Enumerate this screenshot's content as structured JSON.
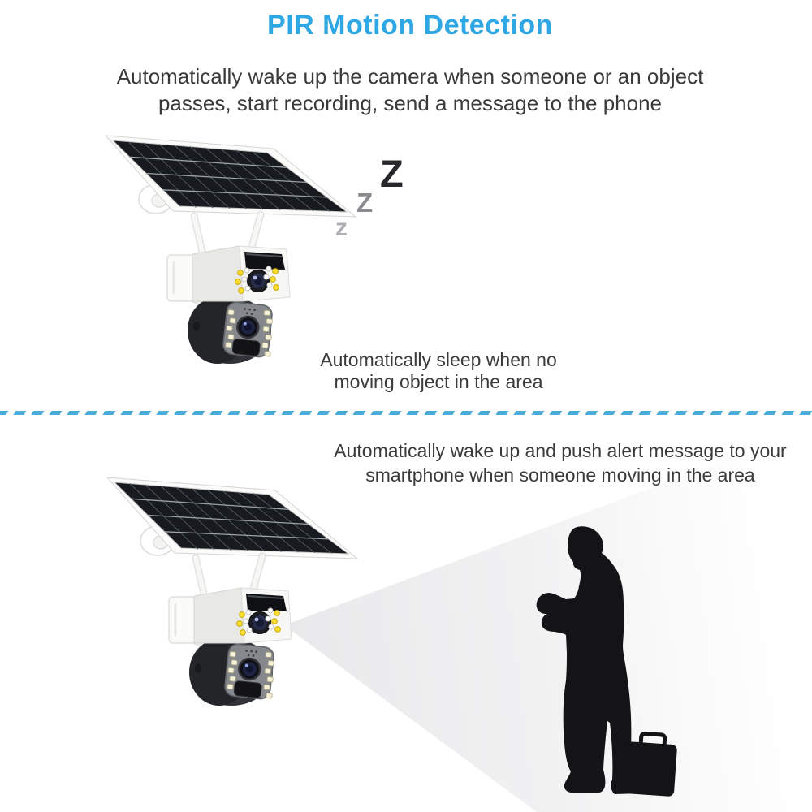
{
  "header": {
    "title": "PIR Motion Detection",
    "subtitle_line1": "Automatically wake up the camera when someone or an object",
    "subtitle_line2": "passes, start recording, send a message to the phone"
  },
  "sleep_section": {
    "z_large": "Z",
    "z_medium": "Z",
    "z_small": "z",
    "caption_line1": "Automatically sleep when no",
    "caption_line2": "moving object in the area"
  },
  "wake_section": {
    "caption_line1": "Automatically wake up and push alert message to your",
    "caption_line2": "smartphone when someone moving in the area"
  },
  "illustrations": {
    "sleep_camera": "solar-panel-security-camera",
    "wake_camera": "solar-panel-security-camera",
    "beam": "pir-detection-beam",
    "person": "walking-person-silhouette",
    "case": "briefcase"
  },
  "colors": {
    "title_blue": "#2ea7e4",
    "divider_blue": "#4aabdb",
    "body_text": "#3a3a3a",
    "silhouette": "#141417",
    "solar_cell_dark": "#171a1f"
  }
}
